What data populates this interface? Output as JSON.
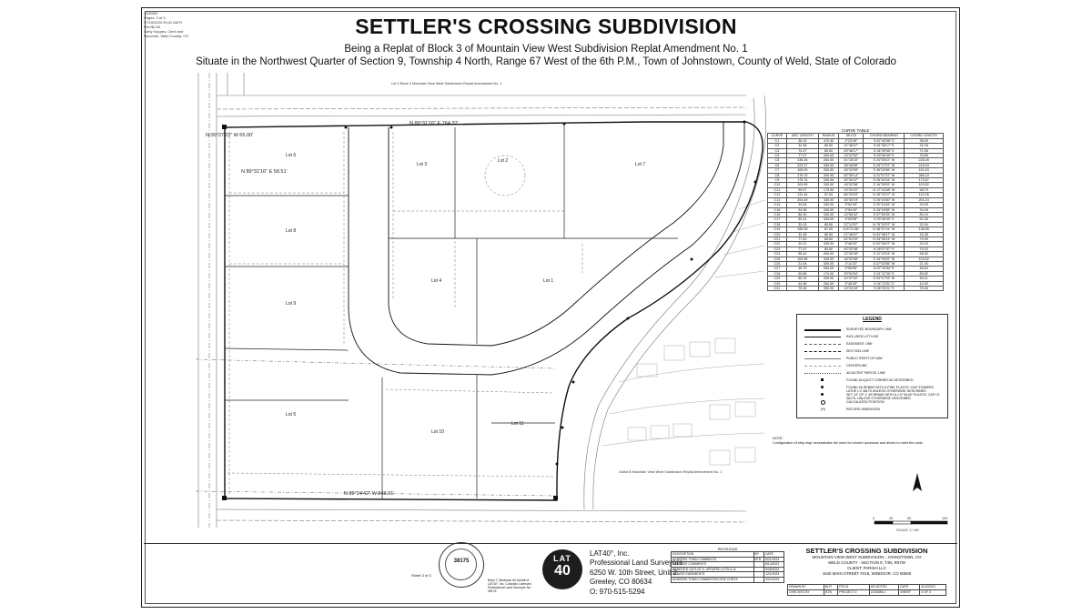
{
  "header": {
    "title": "SETTLER'S CROSSING SUBDIVISION",
    "subtitle": "Being a Replat of Block 3 of Mountain View West Subdivision Replat Amendment No. 1",
    "location": "Situate in the Northwest Quarter of Section 9, Township 4 North, Range 67 West of the 6th P.M., Town of Johnstown, County of Weld, State of Colorado",
    "stamp_lines": [
      "4000360",
      "Pages: 3 of 3",
      "07/19/2024 09:41 AM R Fee:$0.00",
      "Carly Koppes, Clerk and Recorder, Weld County, CO"
    ]
  },
  "plat": {
    "lots": [
      "Lot 6",
      "Lot 7",
      "Lot 8",
      "Lot 9",
      "Lot 3",
      "Lot 2",
      "Lot 1",
      "Lot 4",
      "Lot 5",
      "Lot 10",
      "Lot 11"
    ],
    "bearings": {
      "top": "N 89°31'16\" E  764.37'",
      "west": "N 00°27'23\" W  65.00'",
      "lot6": "N 89°31'16\" E  58.51'",
      "bottom": "N 89°24'42\" W  848.91'"
    },
    "notes": [
      "Lot 1 Block 2 Mountain View West Subdivision Replat Amendment No. 1",
      "Outlot B Mountain View West Subdivision Replat Amendment No. 1"
    ]
  },
  "curve_table": {
    "caption": "CURVE TABLE",
    "headers": [
      "CURVE",
      "ARC LENGTH",
      "RADIUS",
      "DELTA",
      "CHORD BEARING",
      "CHORD LENGTH"
    ],
    "rows": [
      [
        "C1",
        "36.10",
        "470.50",
        "4°23'45\"",
        "S 87°40'56\" E",
        "36.09"
      ],
      [
        "C2",
        "32.48",
        "85.50",
        "21°46'07\"",
        "S 81°38'17\" E",
        "32.28"
      ],
      [
        "C3",
        "74.27",
        "85.50",
        "49°46'17\"",
        "S 34°39'55\" E",
        "71.96"
      ],
      [
        "C4",
        "77.07",
        "330.00",
        "13°22'52\"",
        "S 03°06'49\" E",
        "76.89"
      ],
      [
        "C5",
        "236.26",
        "264.00",
        "51°16'33\"",
        "S 24°05'22\" W",
        "228.45"
      ],
      [
        "C6",
        "223.27",
        "330.00",
        "38°45'59\"",
        "S 29°27'07\" W",
        "219.04"
      ],
      [
        "C7",
        "153.00",
        "330.00",
        "26°33'55\"",
        "S 36°02'56\" W",
        "151.63"
      ],
      [
        "C8",
        "275.70",
        "300.00",
        "52°39'14\"",
        "S 21°57'37\" W",
        "266.10"
      ],
      [
        "C9",
        "175.74",
        "330.00",
        "30°30'47\"",
        "S 25°40'34\" W",
        "173.67"
      ],
      [
        "C10",
        "103.95",
        "330.00",
        "18°02'58\"",
        "S 16°39'02\" W",
        "103.52"
      ],
      [
        "C11",
        "59.07",
        "175.00",
        "19°20'22\"",
        "N 17°44'28\" W",
        "58.79"
      ],
      [
        "C12",
        "131.44",
        "87.00",
        "86°33'53\"",
        "N 45°32'47\" W",
        "119.28"
      ],
      [
        "C13",
        "204.49",
        "330.00",
        "35°30'19\"",
        "S 25°44'50\" W",
        "201.24"
      ],
      [
        "C14",
        "34.06",
        "330.00",
        "5°54'49\"",
        "S 22°44'45\" W",
        "34.05"
      ],
      [
        "C15",
        "34.06",
        "330.00",
        "5°54'49\"",
        "S 16°49'55\" W",
        "34.05"
      ],
      [
        "C16",
        "80.30",
        "330.00",
        "13°56'32\"",
        "S 07°45'15\" W",
        "80.10"
      ],
      [
        "C17",
        "52.41",
        "330.00",
        "9°05'58\"",
        "S 03°46'00\" E",
        "52.36"
      ],
      [
        "C18",
        "33.15",
        "85.50",
        "22°12'57\"",
        "N 79°32'07\" W",
        "32.94"
      ],
      [
        "C19",
        "156.95",
        "87.00",
        "103°21'46\"",
        "N 38°57'41\" W",
        "136.55"
      ],
      [
        "C20",
        "32.48",
        "85.50",
        "21°46'07\"",
        "N 81°38'17\" W",
        "32.28"
      ],
      [
        "C21",
        "77.63",
        "85.50",
        "52°01'20\"",
        "N 33°56'14\" W",
        "74.99"
      ],
      [
        "C22",
        "33.22",
        "330.00",
        "5°46'03\"",
        "N 02°06'27\" W",
        "33.20"
      ],
      [
        "C23",
        "77.67",
        "85.50",
        "52°03'08\"",
        "N 28°07'57\" E",
        "75.03"
      ],
      [
        "C24",
        "58.42",
        "264.00",
        "12°40'45\"",
        "S 12°43'24\" W",
        "58.30"
      ],
      [
        "C25",
        "103.95",
        "330.00",
        "18°02'58\"",
        "S 16°39'02\" W",
        "103.52"
      ],
      [
        "C26",
        "21.94",
        "300.00",
        "4°11'23\"",
        "S 07°02'56\" W",
        "21.93"
      ],
      [
        "C27",
        "45.70",
        "264.00",
        "9°55'06\"",
        "N 07°10'54\" E",
        "45.64"
      ],
      [
        "C28",
        "90.85",
        "174.00",
        "29°54'54\"",
        "S 41°12'30\" E",
        "89.82"
      ],
      [
        "C29",
        "60.19",
        "330.00",
        "10°27'02\"",
        "S 04°27'33\" W",
        "60.11"
      ],
      [
        "C30",
        "44.98",
        "264.00",
        "9°45'45\"",
        "S 04°13'51\" E",
        "44.93"
      ],
      [
        "C31",
        "75.46",
        "300.00",
        "14°24'44\"",
        "S 06°33'21\" E",
        "75.26"
      ]
    ]
  },
  "legend": {
    "title": "LEGEND",
    "items": [
      "SURVEYED BOUNDARY LINE",
      "INCLUDED LOT LINE",
      "EASEMENT LINE",
      "SECTION LINE",
      "PUBLIC RIGHT-OF-WAY",
      "CENTERLINE",
      "ADJACENT PARCEL LINE",
      "FOUND ALIQUOT CORNER AS DESCRIBED",
      "FOUND #5 REBAR WITH A PINK PLASTIC CAP STAMPED LATHE LS 38175 UNLESS OTHERWISE DESCRIBED",
      "SET 24\" OF 1\" #5 REBAR WITH A 1.5\" BLUE PLASTIC CAP LS 38175, UNLESS OTHERWISE DESCRIBED",
      "CALCULATED POSITION",
      "RECORD DIMENSION"
    ],
    "note_label": "NOTE:",
    "note_text": "Configuration of strip map necessitates the need for shorter accesses and drives to meet the code."
  },
  "title_block": {
    "logo_top": "LAT",
    "logo_num": "40",
    "firm_lines": [
      "LAT40°, Inc.",
      "Professional Land Surveyors",
      "6250 W. 10th Street, Unit 2",
      "Greeley, CO 80634",
      "O: 970-515-5294"
    ],
    "seal_number": "38175",
    "sheet_label": "Sheet 3 of 3",
    "cert_text": "Brian T. Bindman On behalf of LAT40°, Inc. Colorado Licensed Professional Land Surveyor No. 38175",
    "revisions_caption": "REVISIONS",
    "revisions_headers": [
      "DESCRIPTION",
      "BY",
      "DATE"
    ],
    "revisions": [
      [
        "ADDRESS TOWN COMMENTS",
        "BTB",
        "6/21/2023"
      ],
      [
        "ADDRESS COMMENTS",
        "",
        "8/14/2023"
      ],
      [
        "REMOVED OUTLOT A, UPDATED LOTS 6-11",
        "",
        "9/08/2023"
      ],
      [
        "UPDATE EASEMENTS",
        "",
        "12/1/2023"
      ],
      [
        "ADDRESS TOWN COMMENTS/CODE CHECK",
        "",
        "3/21/2024"
      ]
    ],
    "project_title": "SETTLER'S CROSSING SUBDIVISION",
    "project_lines": [
      "MOUNTAIN VIEW WEST SUBDIVISION - JOHNSTOWN, CO",
      "WELD COUNTY - SECTION 9, T4N, R67W",
      "CLIENT: PARISH LLC",
      "1540 MAIN STREET #218, WINDSOR, CO 80550"
    ],
    "meta": [
      [
        "DRAWN BY",
        "BLR",
        "FIELD",
        "AS NOTED",
        "DATE",
        "4/13/2023"
      ],
      [
        "CHECKED BY",
        "BTB",
        "PROJECT #",
        "2223086-1",
        "SHEET",
        "3 OF 3"
      ]
    ],
    "scale_labels": [
      "0",
      "25",
      "50",
      "100"
    ],
    "scale_text": "SCALE: 1\"=50'"
  }
}
